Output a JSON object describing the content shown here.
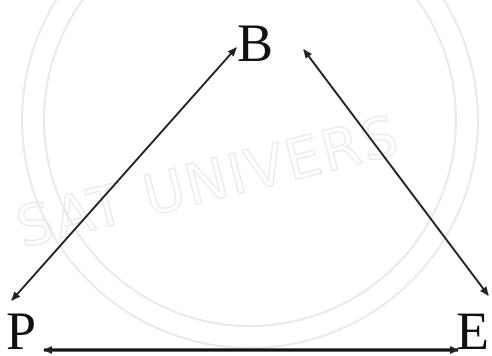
{
  "diagram": {
    "nodes": {
      "top": "B",
      "left": "P",
      "right": "E"
    },
    "watermark_text": "SAT UNIVERS"
  }
}
